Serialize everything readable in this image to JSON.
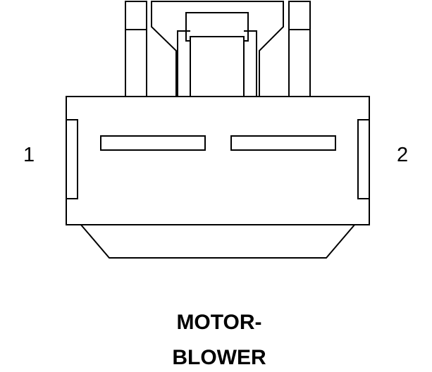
{
  "connector": {
    "pins": [
      {
        "label": "1"
      },
      {
        "label": "2"
      }
    ],
    "caption_lines": [
      "MOTOR-",
      "BLOWER"
    ],
    "colors": {
      "stroke": "#000000",
      "background": "#ffffff"
    }
  }
}
